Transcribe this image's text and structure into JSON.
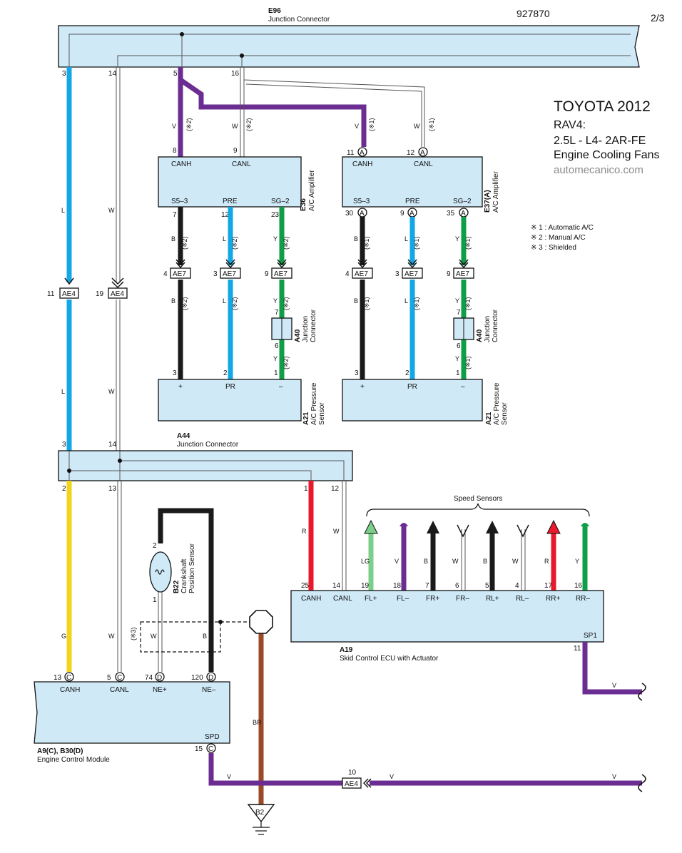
{
  "header": {
    "code": "927870",
    "page": "2/3",
    "title_make_year": "TOYOTA 2012",
    "title_model": "RAV4:",
    "title_engine": "2.5L - L4- 2AR-FE",
    "title_system": "Engine Cooling Fans",
    "website": "automecanico.com"
  },
  "legend": {
    "note1": "※ 1 : Automatic A/C",
    "note2": "※ 2 : Manual A/C",
    "note3": "※ 3 : Shielded"
  },
  "components": {
    "e96": {
      "code": "E96",
      "name": "Junction Connector",
      "pins": [
        "3",
        "14",
        "5",
        "16"
      ]
    },
    "e36": {
      "code": "E36",
      "name": "A/C Amplifier",
      "terms": [
        "CANH",
        "CANL",
        "S5–3",
        "PRE",
        "SG–2"
      ],
      "pins": [
        "8",
        "9",
        "7",
        "12",
        "23"
      ]
    },
    "e37": {
      "code": "E37(A)",
      "name": "A/C Amplifier",
      "terms": [
        "CANH",
        "CANL",
        "S5–3",
        "PRE",
        "SG–2"
      ],
      "pins": [
        "11",
        "12",
        "30",
        "9",
        "35"
      ],
      "pin_letter": "A"
    },
    "ae7": {
      "code": "AE7",
      "pins": [
        "4",
        "3",
        "9"
      ]
    },
    "a40": {
      "code": "A40",
      "name1": "Junction",
      "name2": "Connector",
      "pins": [
        "7",
        "6"
      ]
    },
    "a21": {
      "code": "A21",
      "name1": "A/C Pressure",
      "name2": "Sensor",
      "terms": [
        "+",
        "PR",
        "–"
      ],
      "pins": [
        "3",
        "2",
        "1"
      ]
    },
    "ae4": {
      "code": "AE4",
      "pins": [
        "11",
        "19",
        "10"
      ]
    },
    "a44": {
      "code": "A44",
      "name": "Junction Connector",
      "pins_top": [
        "3",
        "14"
      ],
      "pins_bottom": [
        "2",
        "13",
        "1",
        "12"
      ]
    },
    "b22": {
      "code": "B22",
      "name1": "Crankshaft",
      "name2": "Position Sensor",
      "pins": [
        "2",
        "1"
      ]
    },
    "ecm": {
      "code": "A9(C), B30(D)",
      "name": "Engine Control Module",
      "terms": [
        "CANH",
        "CANL",
        "NE+",
        "NE–",
        "SPD"
      ],
      "pins": [
        "13",
        "5",
        "74",
        "120",
        "15"
      ],
      "letters": [
        "C",
        "C",
        "D",
        "D",
        "C"
      ]
    },
    "a19": {
      "code": "A19",
      "name": "Skid Control ECU with Actuator",
      "terms": [
        "CANH",
        "CANL",
        "FL+",
        "FL–",
        "FR+",
        "FR–",
        "RL+",
        "RL–",
        "RR+",
        "RR–",
        "SP1"
      ],
      "pins": [
        "25",
        "14",
        "19",
        "18",
        "7",
        "6",
        "5",
        "4",
        "17",
        "16",
        "11"
      ]
    },
    "b2": {
      "code": "B2"
    },
    "speed_sensors": "Speed Sensors"
  },
  "wires": {
    "colors": {
      "L": "#12a8e8",
      "W": "#ffffff",
      "V": "#6b2d91",
      "B": "#1a1a1a",
      "G": "#0f9e48",
      "Y": "#f3d31c",
      "R": "#e8192c",
      "LG": "#7ccf8a",
      "BR": "#9a4a26"
    },
    "labels": [
      "L",
      "W",
      "V",
      "B",
      "G",
      "Y",
      "R",
      "LG",
      "BR"
    ],
    "notes": [
      "(※2)",
      "(※1)",
      "(※3)"
    ]
  }
}
